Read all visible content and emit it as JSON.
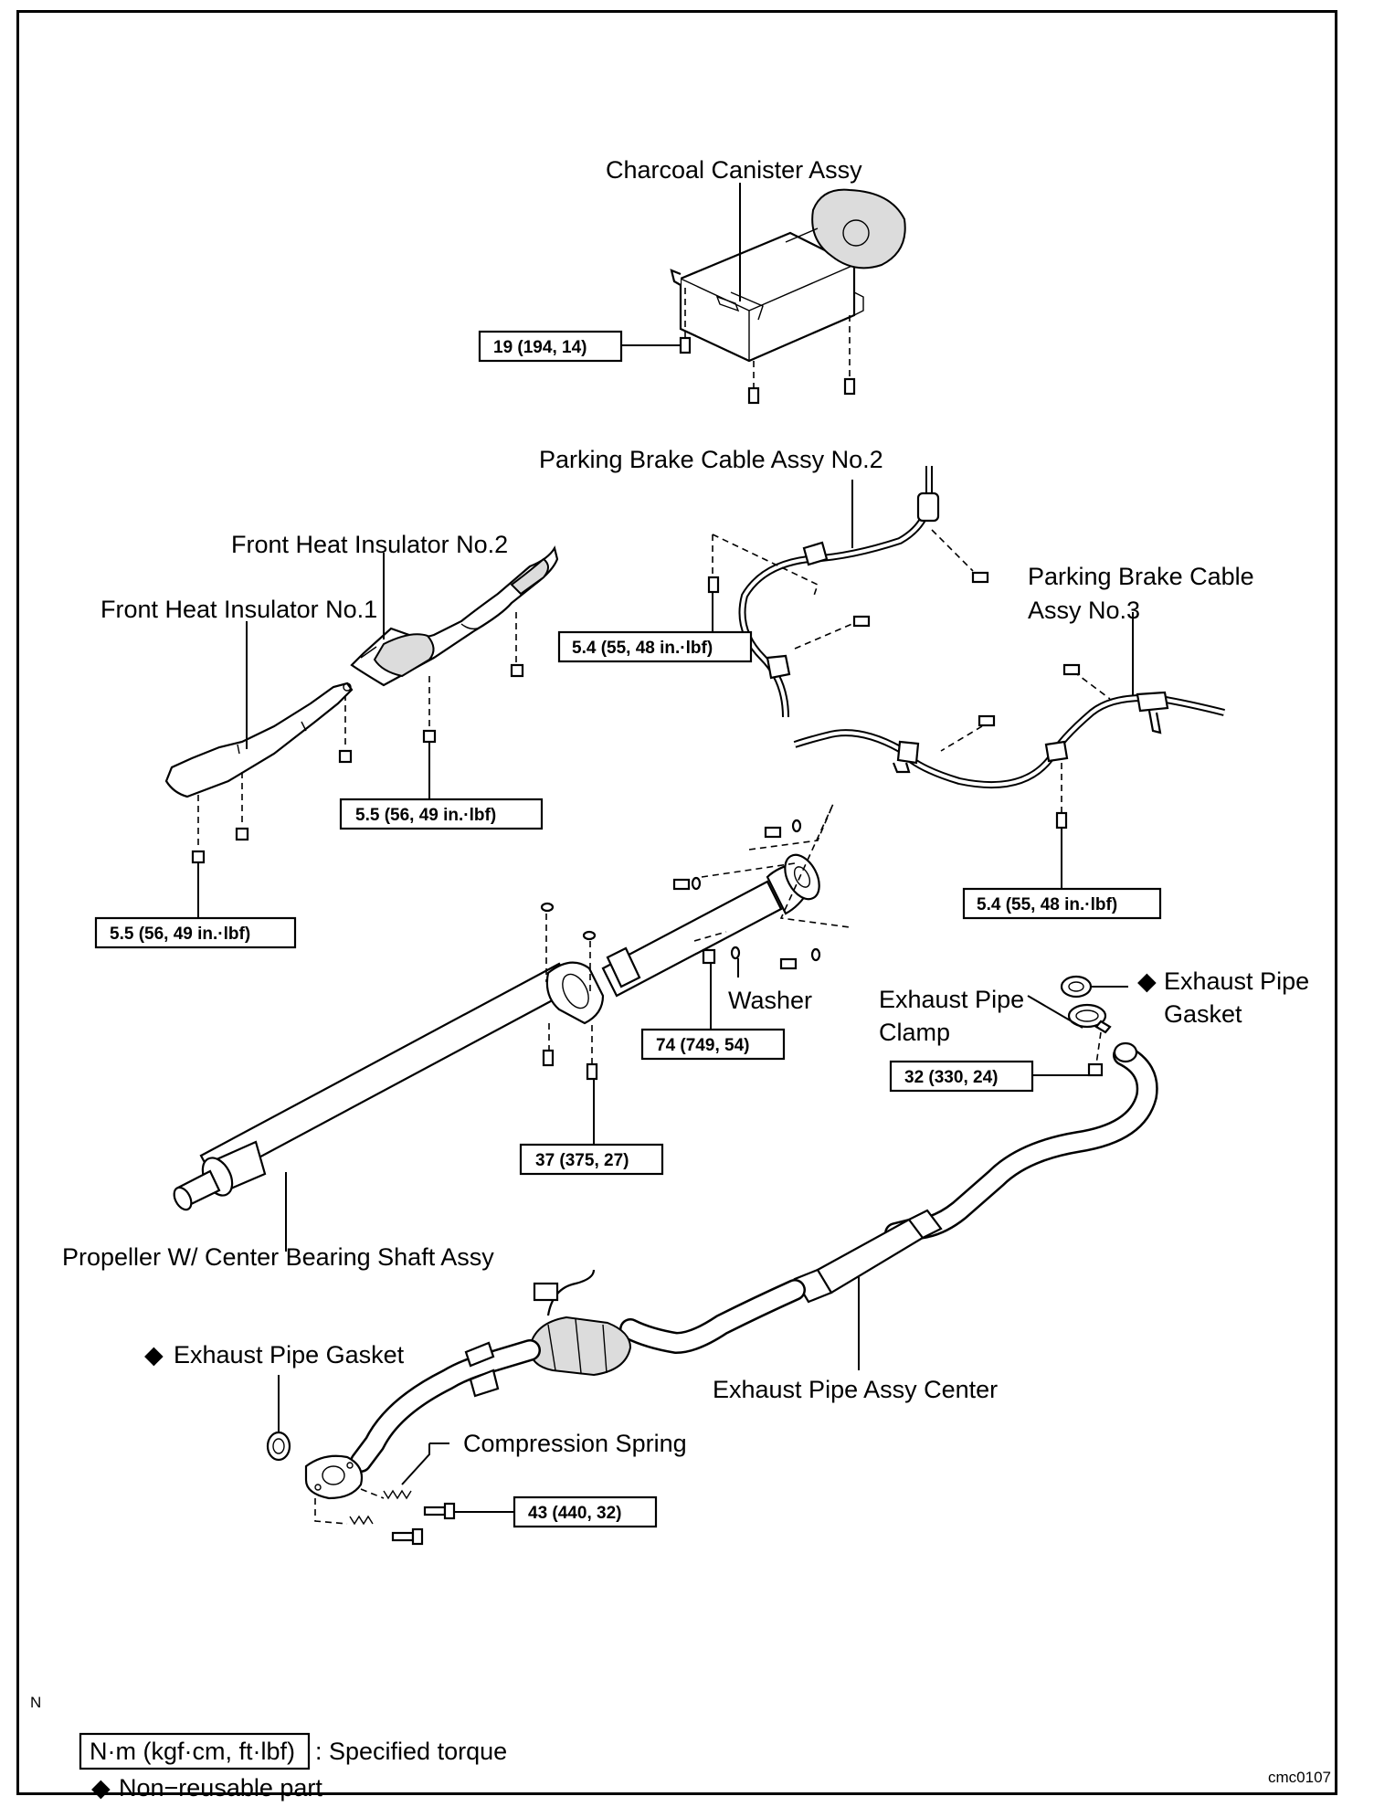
{
  "labels": {
    "charcoal_canister": "Charcoal Canister Assy",
    "parking_brake_no2": "Parking Brake Cable Assy No.2",
    "parking_brake_no3_line1": "Parking Brake Cable",
    "parking_brake_no3_line2": "Assy No.3",
    "front_heat_no2": "Front Heat Insulator No.2",
    "front_heat_no1": "Front Heat Insulator No.1",
    "washer": "Washer",
    "exhaust_clamp_line1": "Exhaust Pipe",
    "exhaust_clamp_line2": "Clamp",
    "exhaust_gasket_right_line1": "Exhaust Pipe",
    "exhaust_gasket_right_line2": "Gasket",
    "propeller_shaft": "Propeller W/ Center Bearing Shaft Assy",
    "exhaust_gasket_left": "Exhaust Pipe Gasket",
    "exhaust_center": "Exhaust Pipe Assy Center",
    "compression_spring": "Compression Spring"
  },
  "torques": {
    "canister_bolt": "19 (194, 14)",
    "parking_no2_bolt": "5.4 (55, 48 in.·lbf)",
    "heat_no2_nut": "5.5 (56, 49 in.·lbf)",
    "heat_no1_nut": "5.5 (56, 49 in.·lbf)",
    "parking_no3_bolt": "5.4 (55, 48 in.·lbf)",
    "propeller_flange_bolt": "74 (749, 54)",
    "center_bearing_bolt": "37 (375, 27)",
    "clamp_bolt": "32 (330, 24)",
    "front_pipe_bolt": "43 (440, 32)"
  },
  "legend": {
    "units_box": "N·m (kgf·cm, ft·lbf)",
    "units_text": ": Specified torque",
    "nonreusable_symbol": "◆",
    "nonreusable_text": "Non−reusable part",
    "corner_letter": "N"
  },
  "figure_code": "cmc0107"
}
